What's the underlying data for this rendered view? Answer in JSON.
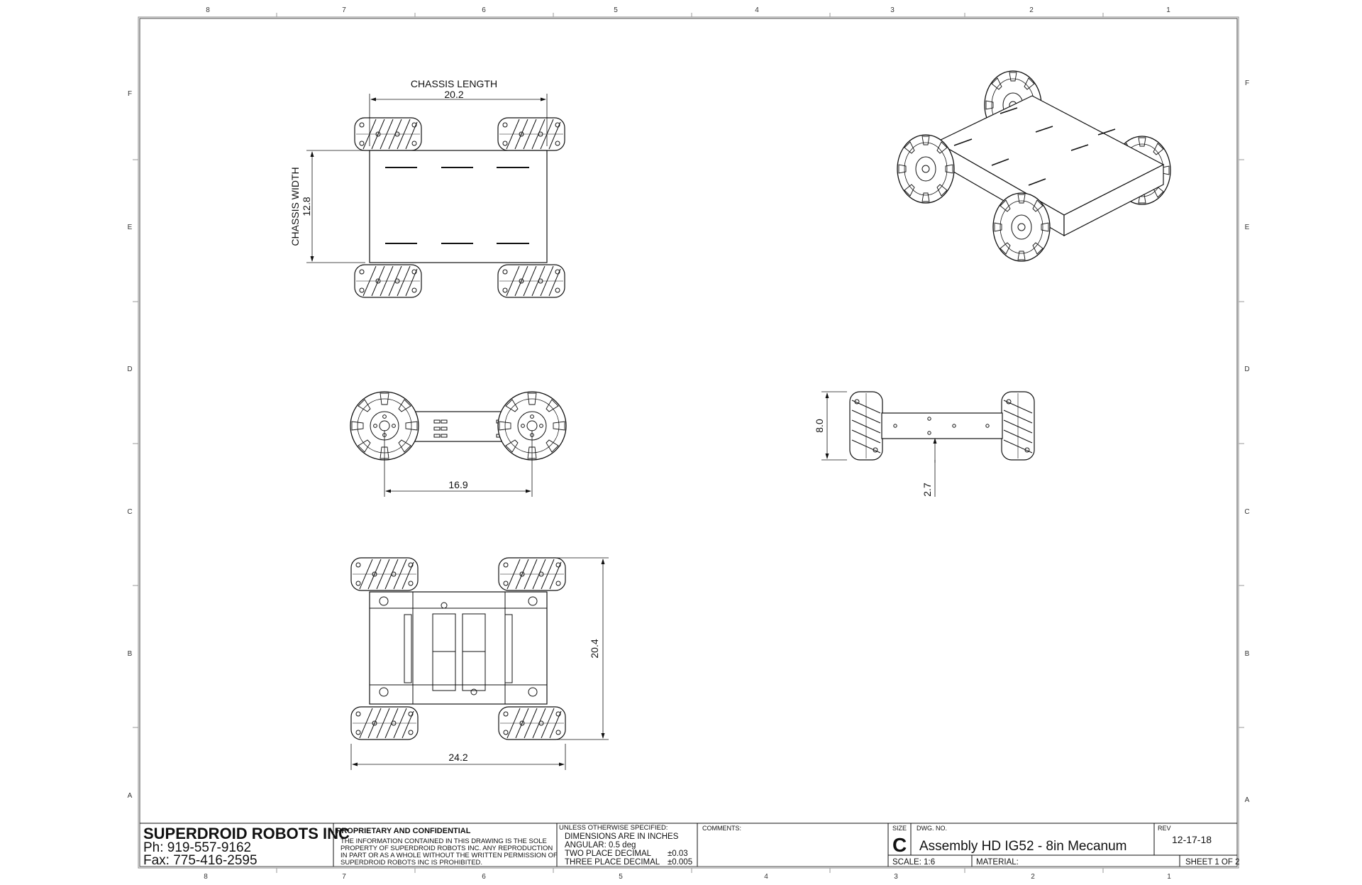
{
  "zones": {
    "top": [
      "8",
      "7",
      "6",
      "5",
      "4",
      "3",
      "2",
      "1"
    ],
    "bottom": [
      "8",
      "7",
      "6",
      "5",
      "4",
      "3",
      "2",
      "1"
    ],
    "left": [
      "F",
      "E",
      "D",
      "C",
      "B",
      "A"
    ],
    "right": [
      "F",
      "E",
      "D",
      "C",
      "B",
      "A"
    ]
  },
  "dimensions": {
    "chassis_length_label": "CHASSIS LENGTH",
    "chassis_length_value": "20.2",
    "chassis_width_label": "CHASSIS WIDTH",
    "chassis_width_value": "12.8",
    "wheelbase": "16.9",
    "height": "8.0",
    "ground_clearance": "2.7",
    "overall_length": "20.4",
    "overall_width": "24.2"
  },
  "title_block": {
    "company": "SUPERDROID ROBOTS INC",
    "phone": "Ph: 919-557-9162",
    "fax": "Fax: 775-416-2595",
    "proprietary_heading": "PROPRIETARY AND CONFIDENTIAL",
    "proprietary_lines": [
      "THE INFORMATION CONTAINED IN THIS DRAWING IS THE SOLE",
      "PROPERTY OF SUPERDROID ROBOTS INC.  ANY REPRODUCTION",
      "IN PART OR AS A WHOLE WITHOUT THE WRITTEN PERMISSION OF",
      "SUPERDROID ROBOTS INC IS PROHIBITED."
    ],
    "unless_specified": "UNLESS OTHERWISE SPECIFIED:",
    "dimensions_note": "DIMENSIONS ARE IN INCHES",
    "angular": "ANGULAR: 0.5 deg",
    "two_place": "TWO PLACE DECIMAL",
    "two_place_tol": "±0.03",
    "three_place": "THREE PLACE DECIMAL",
    "three_place_tol": "±0.005",
    "comments_label": "COMMENTS:",
    "size_label": "SIZE",
    "size_value": "C",
    "dwg_no_label": "DWG.  NO.",
    "dwg_title": "Assembly HD IG52 - 8in Mecanum",
    "rev_label": "REV",
    "rev_value": "12-17-18",
    "scale": "SCALE: 1:6",
    "material_label": "MATERIAL:",
    "sheet": "SHEET 1 OF 2"
  }
}
